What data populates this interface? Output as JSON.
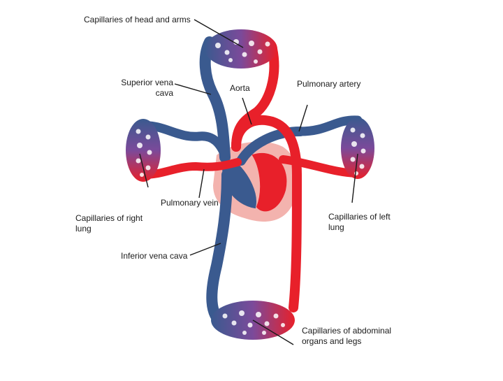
{
  "labels": {
    "head_arms": "Capillaries of head and arms",
    "superior_vena_cava": "Superior vena\ncava",
    "aorta": "Aorta",
    "pulmonary_artery": "Pulmonary artery",
    "pulmonary_vein": "Pulmonary vein",
    "right_lung": "Capillaries of right\nlung",
    "left_lung": "Capillaries of left\nlung",
    "inferior_vena_cava": "Inferior vena cava",
    "abdominal_legs": "Capillaries of abdominal\norgans and legs"
  },
  "colors": {
    "oxygenated": "#e8202a",
    "deoxygenated": "#3a5a8f",
    "capillary_mix": "#7b4a9a",
    "heart_outline": "#f0a0a0",
    "leader_line": "#1a1a1a"
  }
}
